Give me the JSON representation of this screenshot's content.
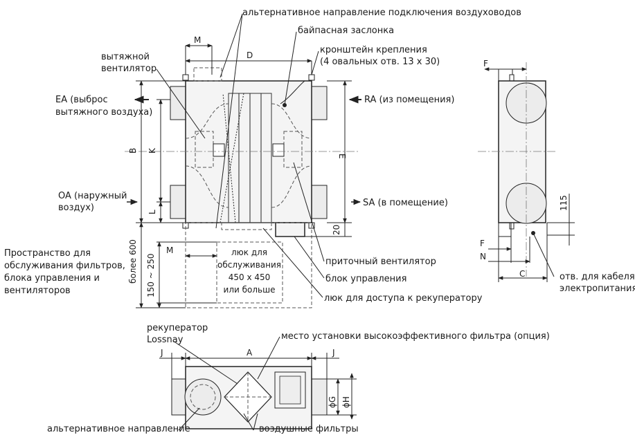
{
  "labels": {
    "alt_direction_top": "альтернативное направление подключения воздуховодов",
    "bypass": "байпасная заслонка",
    "bracket_l1": "кронштейн крепления",
    "bracket_l2": "(4 овальных отв. 13 x 30)",
    "exhaust_fan_l1": "вытяжной",
    "exhaust_fan_l2": "вентилятор",
    "ea_l1": "EA (выброс",
    "ea_l2": "вытяжного воздуха)",
    "ra": "RA (из помещения)",
    "oa_l1": "OA (наружный",
    "oa_l2": "воздух)",
    "sa": "SA (в помещение)",
    "service_l1": "Пространство для",
    "service_l2": "обслуживания фильтров,",
    "service_l3": "блока управления и",
    "service_l4": "вентиляторов",
    "hatch_l1": "люк для",
    "hatch_l2": "обслуживания",
    "hatch_l3": "450 x 450",
    "hatch_l4": "или больше",
    "supply_fan": "приточный вентилятор",
    "control_unit": "блок управления",
    "recuperator_hatch": "люк для доступа к рекуператору",
    "cable_hole_l1": "отв. для кабеля",
    "cable_hole_l2": "электропитания",
    "recuperator_l1": "рекуператор",
    "recuperator_l2": "Lossnay",
    "hepa_filter": "место установки высокоэффективного фильтра (опция)",
    "alt_direction_bottom": "альтернативное направление",
    "air_filters": "воздушные фильтры"
  },
  "dims": {
    "M": "M",
    "D": "D",
    "B": "B",
    "K": "K",
    "L": "L",
    "E": "E",
    "F": "F",
    "C": "C",
    "N": "N",
    "A": "A",
    "J": "J",
    "G": "ϕG",
    "H": "ϕH",
    "v115": "115",
    "v20": "20",
    "more600": "более 600",
    "range": "150 ~ 250"
  }
}
